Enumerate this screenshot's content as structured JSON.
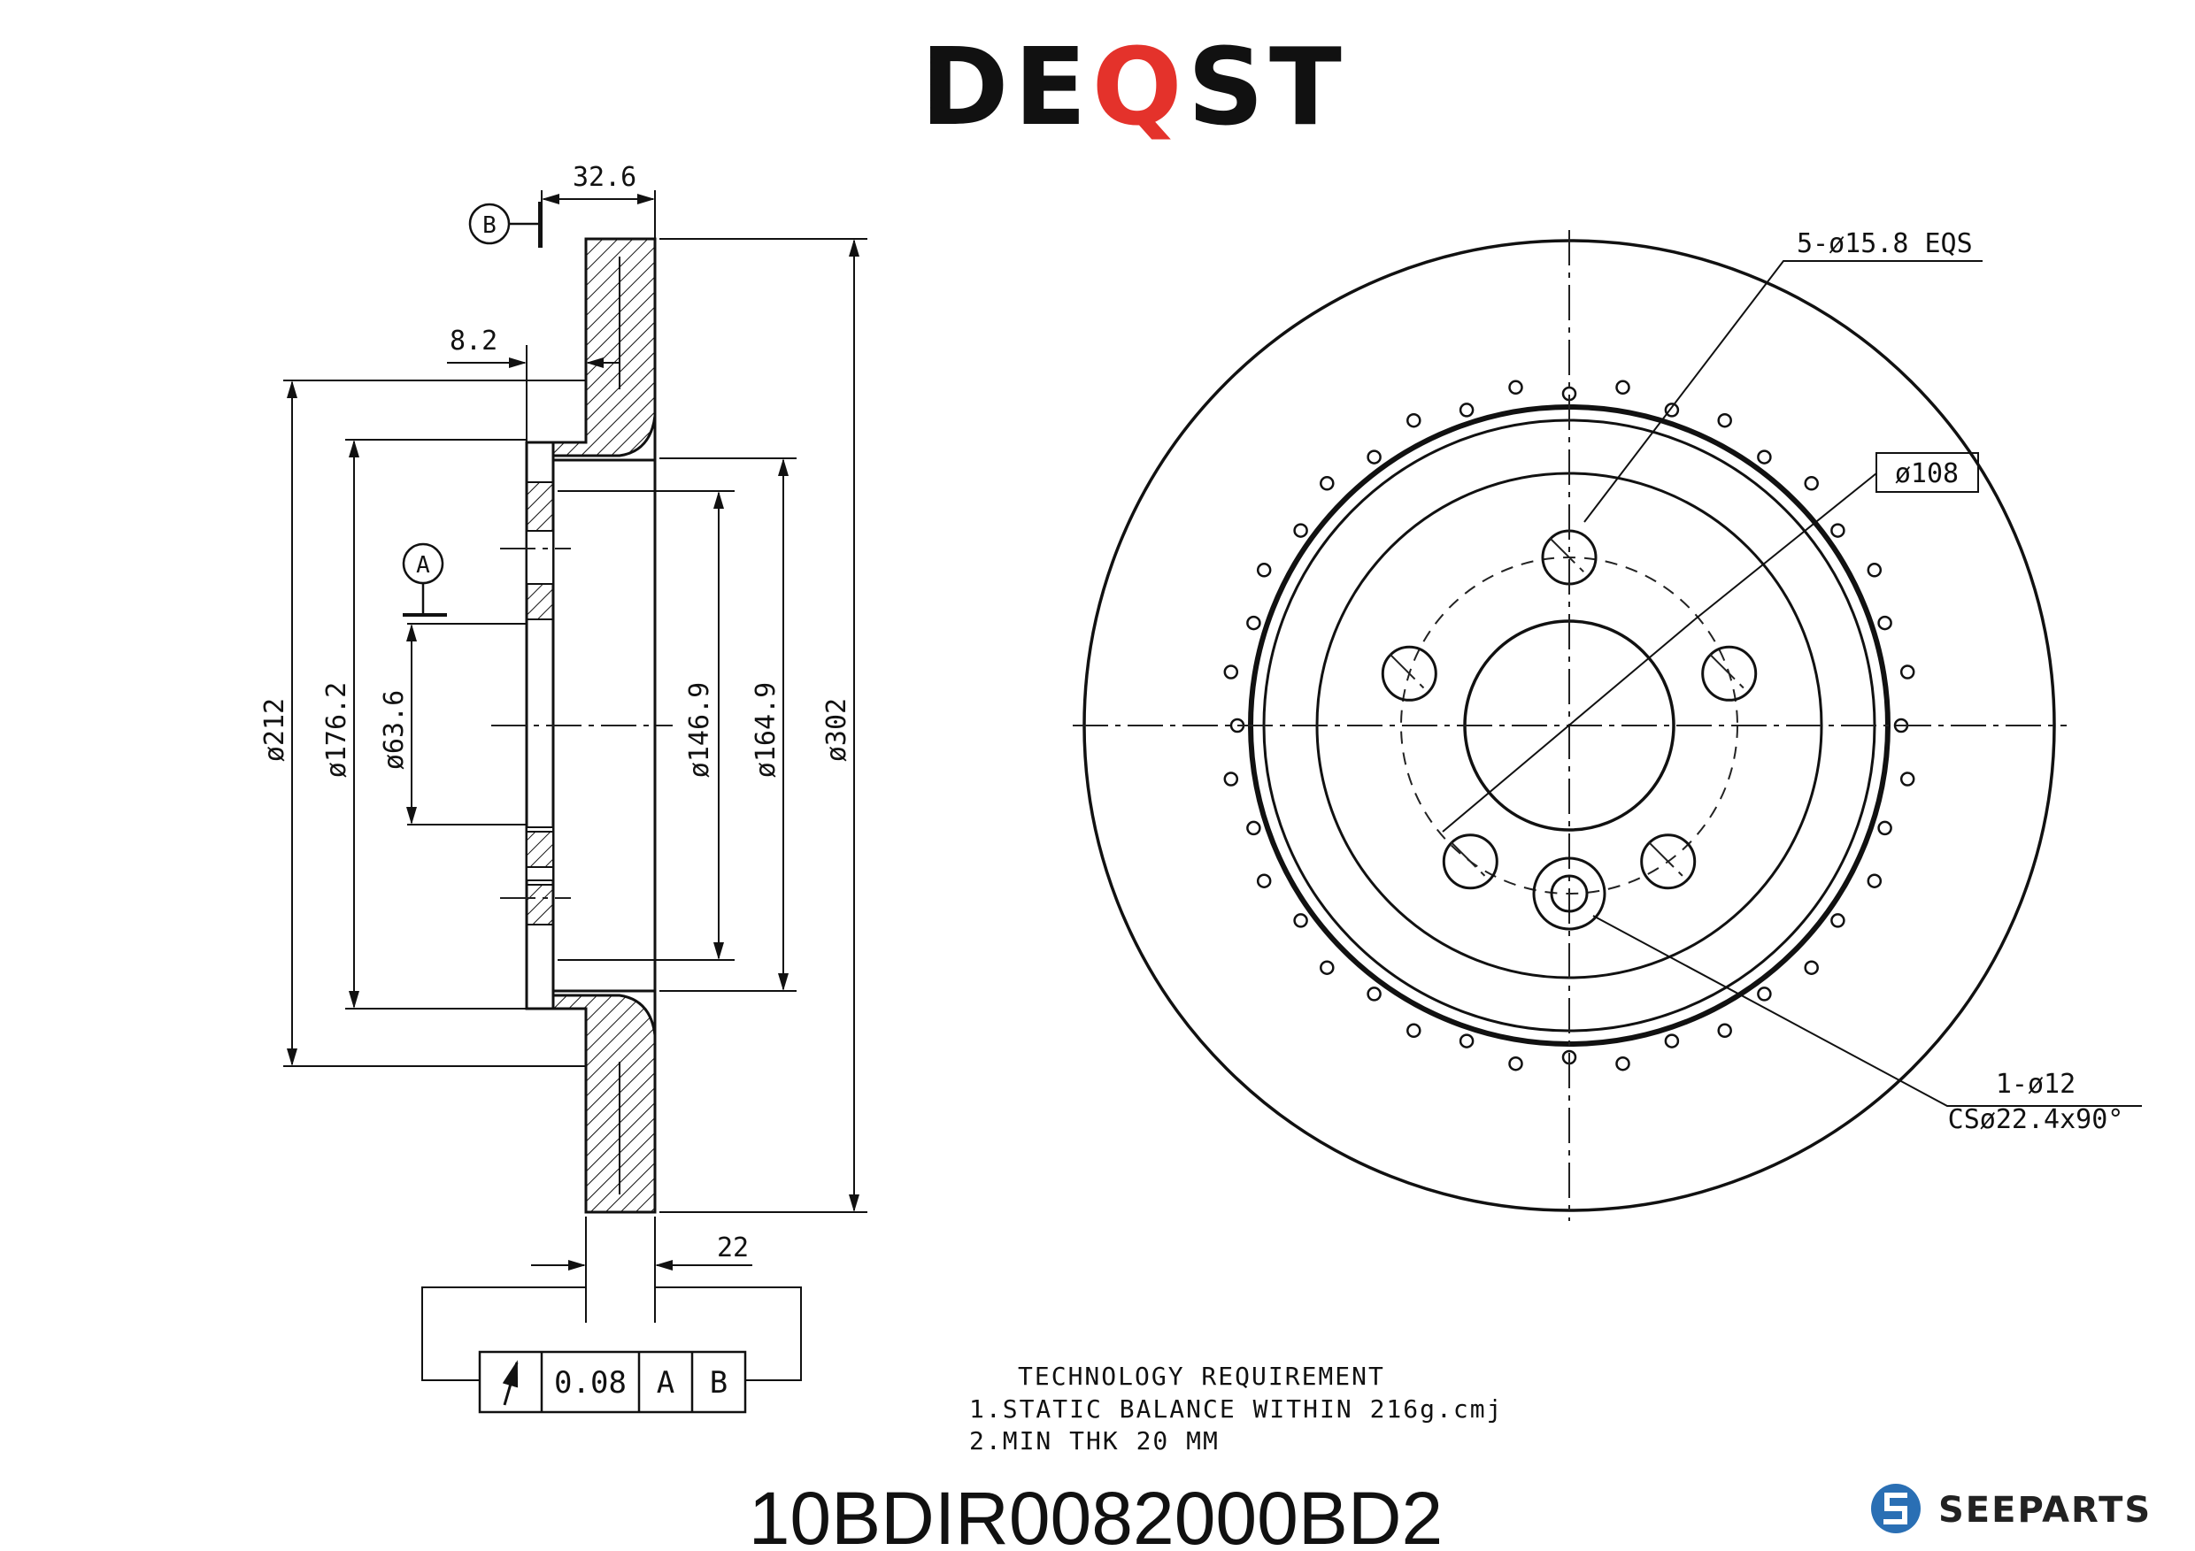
{
  "brand": {
    "part1": "DE",
    "part2": "Q",
    "part3": "ST",
    "accent": "#e4322b",
    "ink": "#111111"
  },
  "part_number": "10BDIR0082000BD2",
  "seeparts": {
    "label": "SEEPARTS",
    "icon": "seeparts-logo-icon",
    "accent": "#2a6fb4"
  },
  "side_view": {
    "datum_b": "B",
    "datum_a": "A",
    "dim_overall_width": "32.6",
    "dim_hat_offset": "8.2",
    "dim_d212": "ø212",
    "dim_d176": "ø176.2",
    "dim_d63": "ø63.6",
    "dim_d146": "ø146.9",
    "dim_d164": "ø164.9",
    "dim_d302": "ø302",
    "dim_thickness": "22"
  },
  "tolerance_frame": {
    "symbol": "runout-arrow-icon",
    "value": "0.08",
    "datum1": "A",
    "datum2": "B"
  },
  "front_view": {
    "callout_bolt_holes": "5-ø15.8 EQS",
    "callout_pcd": "ø108",
    "callout_screw_line1": "1-ø12",
    "callout_screw_line2": "CSø22.4x90°"
  },
  "notes": {
    "heading": "TECHNOLOGY REQUIREMENT",
    "line1": "1.STATIC BALANCE WITHIN 216g.cmj",
    "line2": "2.MIN THK 20 MM"
  }
}
